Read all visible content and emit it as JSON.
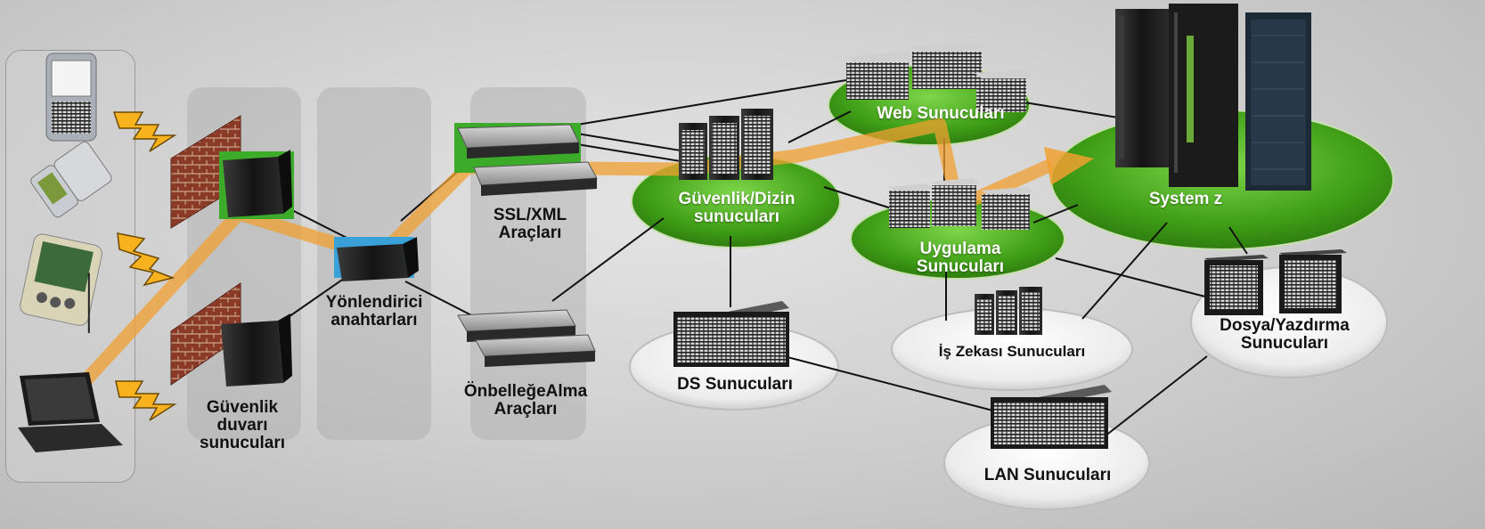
{
  "labels": {
    "firewall": "Güvenlik duvarı sunucuları",
    "router": "Yönlendirici anahtarları",
    "ssl": "SSL/XML Araçları",
    "cache": "ÖnbelleğeAlma Araçları",
    "security": "Güvenlik/Dizin sunucuları",
    "web": "Web Sunucuları",
    "app": "Uygulama Sunucuları",
    "systemz": "System z",
    "ds": "DS Sunucuları",
    "bi": "İş Zekası Sunucuları",
    "file": "Dosya/Yazdırma Sunucuları",
    "lan": "LAN Sunucuları"
  },
  "colors": {
    "green": "#4caf1e",
    "flow": "#f0a030",
    "lightning": "#f7b21e"
  },
  "icons": [
    "smartphone-icon",
    "flip-phone-icon",
    "pda-icon",
    "laptop-icon",
    "firewall-brick-icon",
    "server-tower-icon",
    "rack-server-icon",
    "mainframe-icon",
    "lightning-icon"
  ]
}
